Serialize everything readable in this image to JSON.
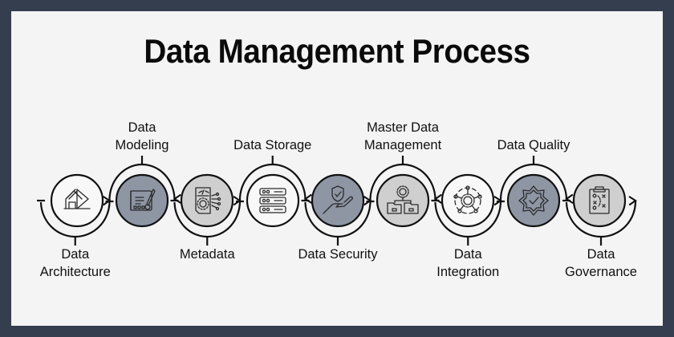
{
  "title": "Data Management Process",
  "colors": {
    "frame": "#353e4f",
    "background": "#f4f4f4",
    "stroke": "#111111",
    "fill_white": "#f8f8f8",
    "fill_light": "#cfcfcf",
    "fill_dark": "#8e96a4"
  },
  "steps": [
    {
      "label_line1": "Data",
      "label_line2": "Architecture",
      "position": "below",
      "icon": "house-blueprint-icon",
      "fill": "white"
    },
    {
      "label_line1": "Data",
      "label_line2": "Modeling",
      "position": "above",
      "icon": "blueprint-pencil-icon",
      "fill": "dark"
    },
    {
      "label_line1": "Metadata",
      "label_line2": "",
      "position": "below",
      "icon": "code-document-gear-icon",
      "fill": "light"
    },
    {
      "label_line1": "Data Storage",
      "label_line2": "",
      "position": "above",
      "icon": "server-stack-icon",
      "fill": "white"
    },
    {
      "label_line1": "Data Security",
      "label_line2": "",
      "position": "below",
      "icon": "shield-hand-icon",
      "fill": "dark"
    },
    {
      "label_line1": "Master Data",
      "label_line2": "Management",
      "position": "above",
      "icon": "gear-folders-icon",
      "fill": "light"
    },
    {
      "label_line1": "Data",
      "label_line2": "Integration",
      "position": "below",
      "icon": "gear-network-icon",
      "fill": "white"
    },
    {
      "label_line1": "Data Quality",
      "label_line2": "",
      "position": "above",
      "icon": "badge-check-icon",
      "fill": "dark"
    },
    {
      "label_line1": "Data",
      "label_line2": "Governance",
      "position": "below",
      "icon": "clipboard-strategy-icon",
      "fill": "light"
    }
  ]
}
